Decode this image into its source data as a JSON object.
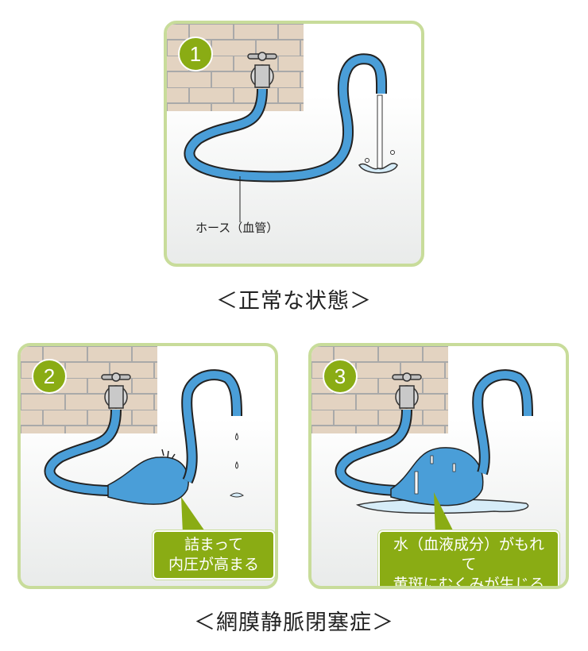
{
  "panels": [
    {
      "number": "1",
      "label": "ホース（血管）"
    },
    {
      "number": "2",
      "callout_line1": "詰まって",
      "callout_line2": "内圧が高まる"
    },
    {
      "number": "3",
      "callout_line1": "水（血液成分）がもれて",
      "callout_line2": "黄斑にむくみが生じる"
    }
  ],
  "captions": {
    "normal": "＜正常な状態＞",
    "disease": "＜網膜静脈閉塞症＞"
  },
  "colors": {
    "panel_border": "#c8dc9a",
    "badge": "#8aac14",
    "hose": "#4a9ed8",
    "brick": "#e3d3c1",
    "water": "#d6ecf8"
  }
}
